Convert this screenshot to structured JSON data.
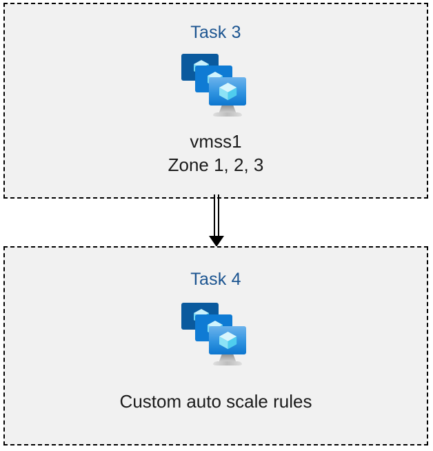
{
  "diagram": {
    "background_color": "#ffffff",
    "box_fill_color": "#f1f1f1",
    "box_border_color": "#000000",
    "title_color": "#1b5490",
    "caption_color": "#1a1a1a",
    "connector_color": "#000000",
    "icon": {
      "name": "virtual-machine-scale-set-icon",
      "back_monitor_color": "#0a5a9e",
      "mid_monitor_color": "#0f7bd4",
      "front_monitor_top_color": "#5ea8e8",
      "front_monitor_bottom_color": "#0d76cf",
      "cube_light_color": "#c3f1fb",
      "cube_mid_color": "#9ae6f8",
      "cube_dark_color": "#50cdee",
      "stand_color": "#b9b9b9"
    }
  },
  "boxes": [
    {
      "id": "task-3",
      "title": "Task 3",
      "icon_label": "virtual-machine-scale-set-icon",
      "caption_lines": [
        "vmss1",
        "Zone 1, 2, 3"
      ]
    },
    {
      "id": "task-4",
      "title": "Task 4",
      "icon_label": "virtual-machine-scale-set-icon",
      "caption_lines": [
        "Custom auto scale rules"
      ]
    }
  ],
  "connector": {
    "name": "downward-double-line-arrow",
    "from": "Task 3",
    "to": "Task 4",
    "direction": "down",
    "style": "double-line-with-solid-arrowhead"
  }
}
